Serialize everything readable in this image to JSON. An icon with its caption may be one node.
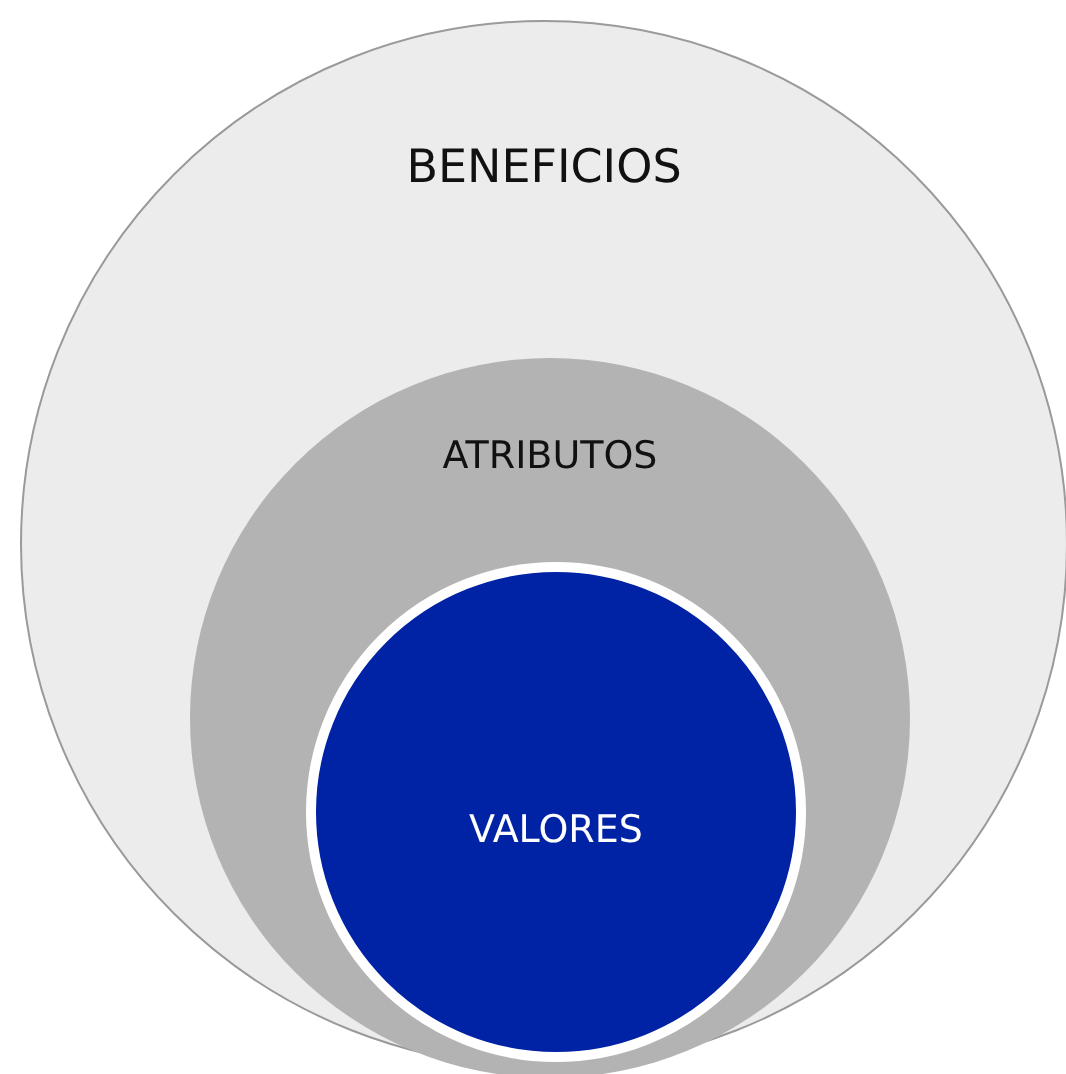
{
  "diagram": {
    "nodes": [
      {
        "text": [
          "BENEFICIOS"
        ]
      },
      {
        "text": [
          "ATRIBUTOS"
        ],
        "in": 0
      },
      {
        "text": [
          "VALORES"
        ],
        "in": 1
      }
    ]
  }
}
